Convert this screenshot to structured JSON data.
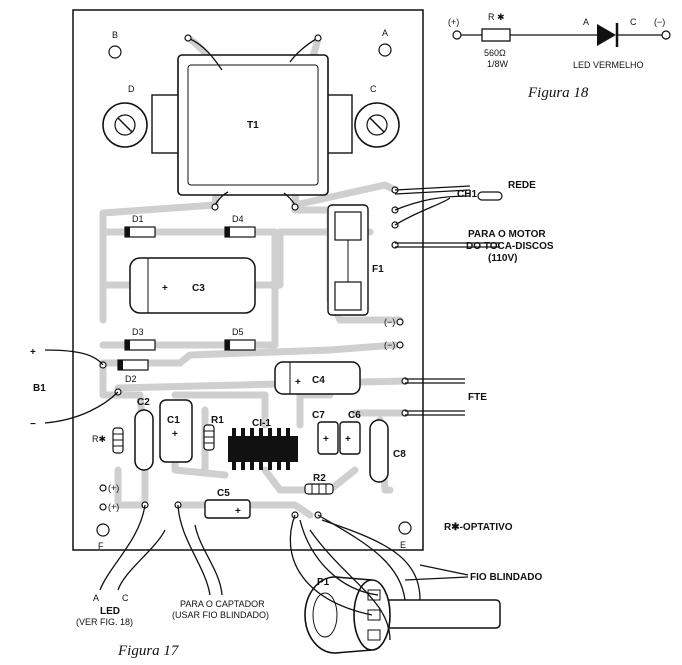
{
  "figure17": {
    "caption": "Figura 17",
    "corners": {
      "a": "A",
      "b": "B",
      "d": "D",
      "c": "C",
      "f": "F",
      "e": "E"
    },
    "components": {
      "t1": "T1",
      "f1": "F1",
      "c3": "C3",
      "c4": "C4",
      "c1": "C1",
      "c2": "C2",
      "c5": "C5",
      "c6": "C6",
      "c7": "C7",
      "c8": "C8",
      "d1": "D1",
      "d2": "D2",
      "d3": "D3",
      "d4": "D4",
      "d5": "D5",
      "r1": "R1",
      "r2": "R2",
      "ci1": "CI-1",
      "p1": "P1",
      "b1": "B1",
      "rstar": "R✱",
      "ch1": "CH1"
    },
    "plus_sign": "+",
    "minus_sign": "−",
    "labels": {
      "rede": "REDE",
      "motor_line1": "PARA O MOTOR",
      "motor_line2": "DO TOCA-DISCOS",
      "motor_line3": "(110V)",
      "fte": "FTE",
      "minus_top": "(−)",
      "minus_bottom": "(−)",
      "plus_top": "(+)",
      "plus_bottom": "(+)",
      "led": "LED",
      "led_ref": "(VER FIG. 18)",
      "led_pin_a": "A",
      "led_pin_c": "C",
      "captador_line1": "PARA O CAPTADOR",
      "captador_line2": "(USAR FIO BLINDADO)",
      "optional": "R✱-OPTATIVO",
      "shielded": "FIO BLINDADO"
    }
  },
  "figure18": {
    "caption": "Figura 18",
    "plus": "(+)",
    "minus": "(−)",
    "resistor": "R ✱",
    "resistor_value": "560Ω",
    "resistor_power": "1/8W",
    "led_anode": "A",
    "led_cathode": "C",
    "led_label": "LED VERMELHO"
  }
}
